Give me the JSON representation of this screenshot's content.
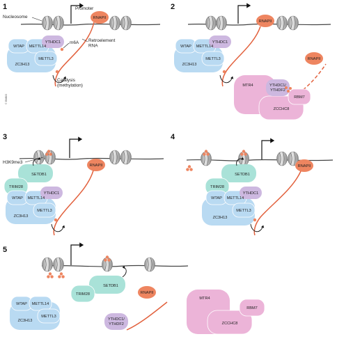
{
  "panels": [
    {
      "label": "1"
    },
    {
      "label": "2"
    },
    {
      "label": "3"
    },
    {
      "label": "4"
    },
    {
      "label": "5"
    }
  ],
  "annotations": {
    "promoter": "Promoter",
    "nucleosome": "Nucleosome",
    "m6a": "m6A",
    "retroelement_rna": "Retroelement\nRNA",
    "catalysis": "Catalysis\n(methylation)",
    "h3k9me3": "H3K9me3",
    "credit": "© EMBO"
  },
  "proteins": {
    "wtap": "WTAP",
    "mettl14": "METTL14",
    "mettl3": "METTL3",
    "zc3h13": "ZC3H13",
    "ythdc1": "YTHDC1",
    "ythdc1_ythdf2": "YTHDC1/\nYTHDF2",
    "rnapii": "RNAPII",
    "mtr4": "MTR4",
    "zcchc8": "ZCCHC8",
    "rbm7": "RBM7",
    "setdb1": "SETDB1",
    "trim28": "TRIM28"
  },
  "colors": {
    "blue": "#b9daf2",
    "purple": "#cdb8e0",
    "orange": "#ee8560",
    "pink": "#ecb4d8",
    "teal": "#a9e2d8",
    "nucleosome": "#c8c8c8",
    "rna": "#e2613d"
  }
}
